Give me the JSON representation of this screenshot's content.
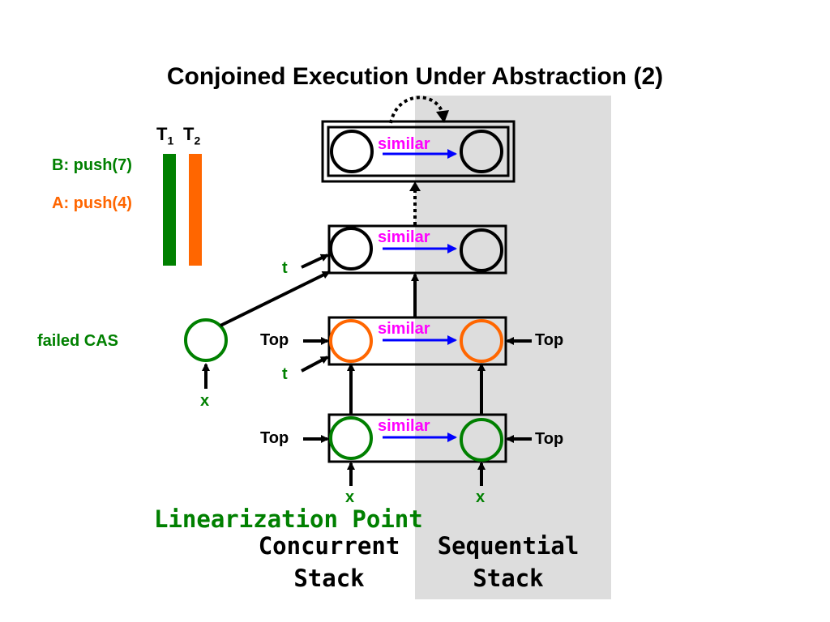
{
  "title": "Conjoined Execution Under Abstraction (2)",
  "threads": {
    "t1": "T",
    "t1_sub": "1",
    "t2": "T",
    "t2_sub": "2",
    "op_b": "B: push(7)",
    "op_a": "A: push(4)"
  },
  "labels": {
    "similar": "similar",
    "top": "Top",
    "t": "t",
    "x": "x",
    "failed_cas": "failed CAS",
    "linearization_point": "Linearization Point"
  },
  "stacks": {
    "concurrent": [
      "Concurrent",
      "Stack"
    ],
    "sequential": [
      "Sequential",
      "Stack"
    ]
  },
  "colors": {
    "green": "#008000",
    "orange": "#ff6600",
    "magenta": "#ff00ff",
    "blue": "#0000ff",
    "shade": "#dddddd"
  }
}
